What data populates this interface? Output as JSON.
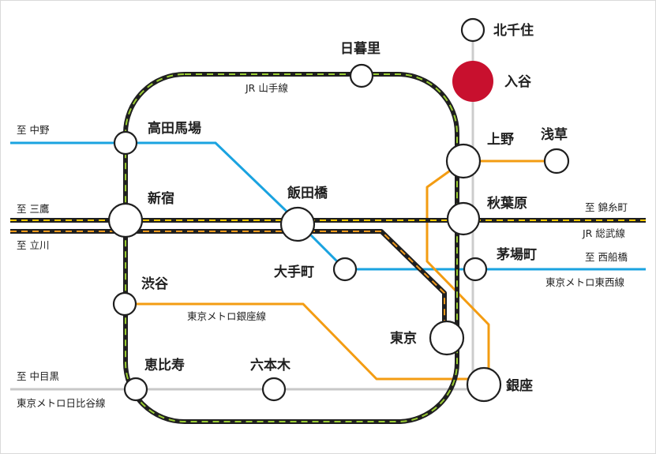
{
  "colors": {
    "yamanote_green": "#9acd32",
    "chuo_sobu_yellow": "#f5c800",
    "chuo_orange": "#f29b1d",
    "ginza_orange": "#f39c12",
    "tozai_blue": "#1aa3e0",
    "hibiya_gray": "#c8c8c8",
    "hibiya_gray_light": "#cccccc",
    "track_black": "#1f1f1f",
    "highlight_red": "#c8102e"
  },
  "stations": {
    "kitasenju": "北千住",
    "iriya": "入谷",
    "nippori": "日暮里",
    "ueno": "上野",
    "asakusa": "浅草",
    "takadanobaba": "高田馬場",
    "shinjuku": "新宿",
    "iidabashi": "飯田橋",
    "akihabara": "秋葉原",
    "kayabacho": "茅場町",
    "otemachi": "大手町",
    "shibuya": "渋谷",
    "tokyo": "東京",
    "ebisu": "恵比寿",
    "roppongi": "六本木",
    "ginza": "銀座"
  },
  "lines": {
    "yamanote": "JR 山手線",
    "ginza": "東京メトロ銀座線",
    "sobu": "JR 総武線",
    "tozai": "東京メトロ東西線",
    "hibiya": "東京メトロ日比谷線"
  },
  "directions": {
    "nakano": "至 中野",
    "mitaka": "至 三鷹",
    "tachikawa": "至 立川",
    "nakameguro": "至 中目黒",
    "kinshicho": "至 錦糸町",
    "nishifunabashi": "至 西船橋"
  }
}
